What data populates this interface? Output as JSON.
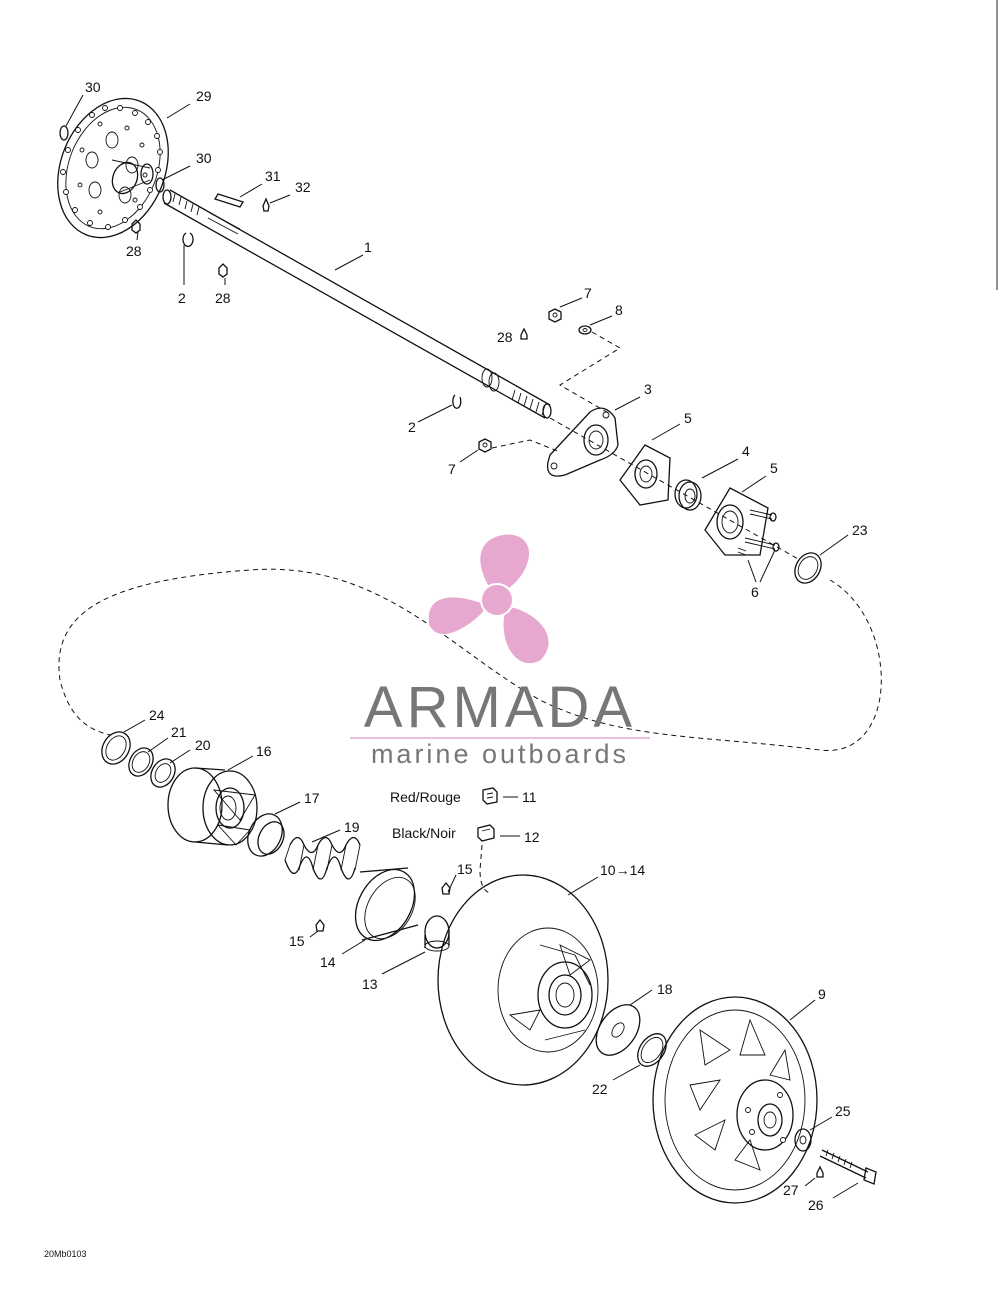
{
  "labels": {
    "l1": "1",
    "l2a": "2",
    "l2b": "2",
    "l3": "3",
    "l4": "4",
    "l5a": "5",
    "l5b": "5",
    "l6": "6",
    "l7a": "7",
    "l7b": "7",
    "l8": "8",
    "l9": "9",
    "l10": "10→14",
    "l11": "11",
    "l12": "12",
    "l13": "13",
    "l14": "14",
    "l15a": "15",
    "l15b": "15",
    "l16": "16",
    "l17": "17",
    "l18": "18",
    "l19": "19",
    "l20": "20",
    "l21": "21",
    "l22": "22",
    "l23": "23",
    "l24": "24",
    "l25": "25",
    "l26": "26",
    "l27": "27",
    "l28a": "28",
    "l28b": "28",
    "l28c": "28",
    "l29": "29",
    "l30a": "30",
    "l30b": "30",
    "l31": "31",
    "l32": "32"
  },
  "legend": {
    "red": "Red/Rouge",
    "black": "Black/Noir"
  },
  "watermark": {
    "brand": "ARMADA",
    "tagline": "marine outboards",
    "brand_color": "#e7a8d0",
    "text_color": "#777777"
  },
  "figure_code": "20Mb0103"
}
